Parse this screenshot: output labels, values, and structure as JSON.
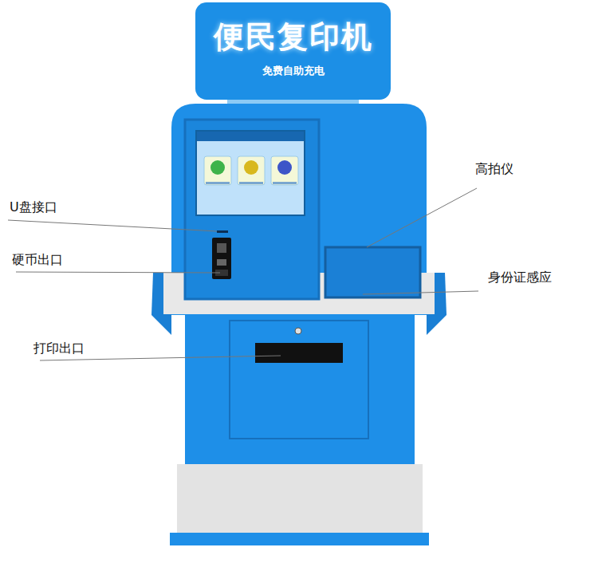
{
  "diagram": {
    "nodes": [
      {
        "text": [
          "便民复印机",
          "免费自助充电"
        ]
      }
    ],
    "labels": [
      "U盘接口",
      "硬币出口",
      "打印出口",
      "高拍仪",
      "身份证感应"
    ]
  }
}
